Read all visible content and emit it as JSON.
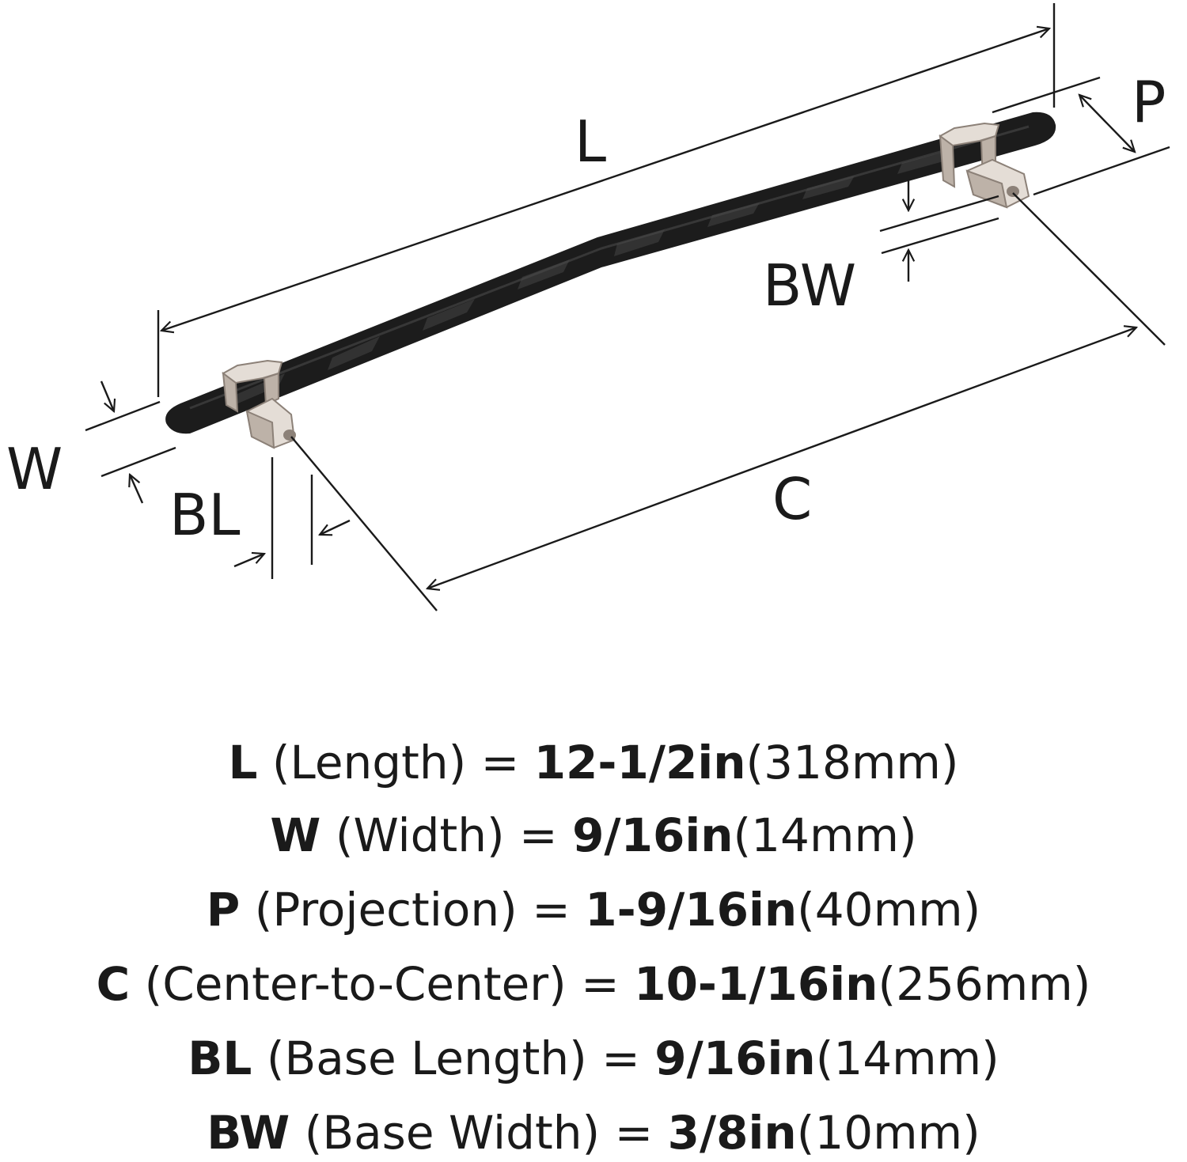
{
  "colors": {
    "ink": "#1a1a1a",
    "bar": "#1c1c1c",
    "bar_facet": "#3a3a3a",
    "metal_light": "#e4ddd6",
    "metal_mid": "#bdb2a8",
    "metal_dark": "#8c8178"
  },
  "labels": {
    "L": "L",
    "W": "W",
    "P": "P",
    "C": "C",
    "BL": "BL",
    "BW": "BW"
  },
  "specs": [
    {
      "sym": "L",
      "name": "(Length)",
      "eq": "=",
      "imperial": "12-1/2in",
      "metric": "(318mm)"
    },
    {
      "sym": "W",
      "name": "(Width)",
      "eq": "=",
      "imperial": "9/16in",
      "metric": "(14mm)"
    },
    {
      "sym": "P",
      "name": "(Projection)",
      "eq": "=",
      "imperial": "1-9/16in",
      "metric": "(40mm)"
    },
    {
      "sym": "C",
      "name": "(Center-to-Center)",
      "eq": "=",
      "imperial": "10-1/16in",
      "metric": "(256mm)"
    },
    {
      "sym": "BL",
      "name": "(Base Length)",
      "eq": "=",
      "imperial": "9/16in",
      "metric": "(14mm)"
    },
    {
      "sym": "BW",
      "name": "(Base Width)",
      "eq": "=",
      "imperial": "3/8in",
      "metric": "(10mm)"
    }
  ]
}
